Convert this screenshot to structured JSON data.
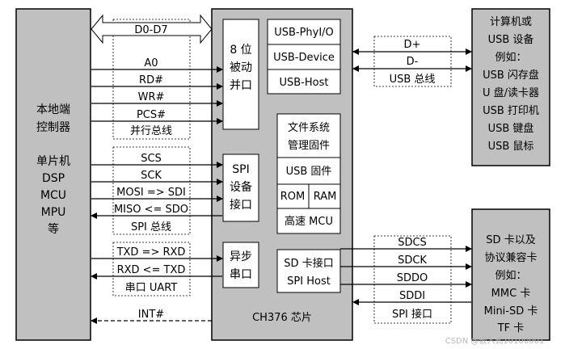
{
  "left_block": {
    "lines_top": [
      "本地端",
      "控制器"
    ],
    "lines_bottom": [
      "单片机",
      "DSP",
      "MCU",
      "MPU",
      "等"
    ]
  },
  "chip": {
    "name": "CH376 芯片",
    "parallel_port": [
      "8 位",
      "被动",
      "并口"
    ],
    "usb_modes": [
      "USB-PhyI/O",
      "USB-Device",
      "USB-Host"
    ],
    "filesystem": [
      "文件系统",
      "管理固件"
    ],
    "usb_firmware": "USB 固件",
    "rom": "ROM",
    "ram": "RAM",
    "mcu": "高速 MCU",
    "spi_port": [
      "SPI",
      "设备",
      "接口"
    ],
    "uart_port": [
      "异步",
      "串口"
    ],
    "sd_port": [
      "SD 卡接口",
      "SPI Host"
    ]
  },
  "parallel_bus": {
    "data": "D0-D7",
    "signals": [
      "A0",
      "RD#",
      "WR#",
      "PCS#"
    ],
    "label": "并行总线"
  },
  "spi_bus": {
    "signals": [
      "SCS",
      "SCK",
      "MOSI => SDI",
      "MISO <= SDO"
    ],
    "label": "SPI 总线"
  },
  "uart_bus": {
    "signals": [
      "TXD => RXD",
      "RXD <= TXD"
    ],
    "label": "串口 UART"
  },
  "interrupt": "INT#",
  "usb_bus": {
    "signals": [
      "D+",
      "D-"
    ],
    "label": "USB 总线"
  },
  "sd_bus": {
    "signals": [
      "SDCS",
      "SDCK",
      "SDDO",
      "SDDI"
    ],
    "label": "SPI 接口"
  },
  "computer": {
    "lines": [
      "计算机或",
      "USB 设备",
      "例如：",
      "USB 闪存盘",
      "U 盘/读卡器",
      "USB 打印机",
      "USB 键盘",
      "USB 鼠标"
    ]
  },
  "sd_card": {
    "lines": [
      "SD 卡以及",
      "协议兼容卡",
      "例如：",
      "MMC 卡",
      "Mini-SD 卡",
      "TF 卡"
    ]
  },
  "watermark": "CSDN @嵌入式10100001",
  "colors": {
    "block_fill": "#c0c0c0",
    "line": "#000000",
    "box_fill": "#ffffff"
  }
}
